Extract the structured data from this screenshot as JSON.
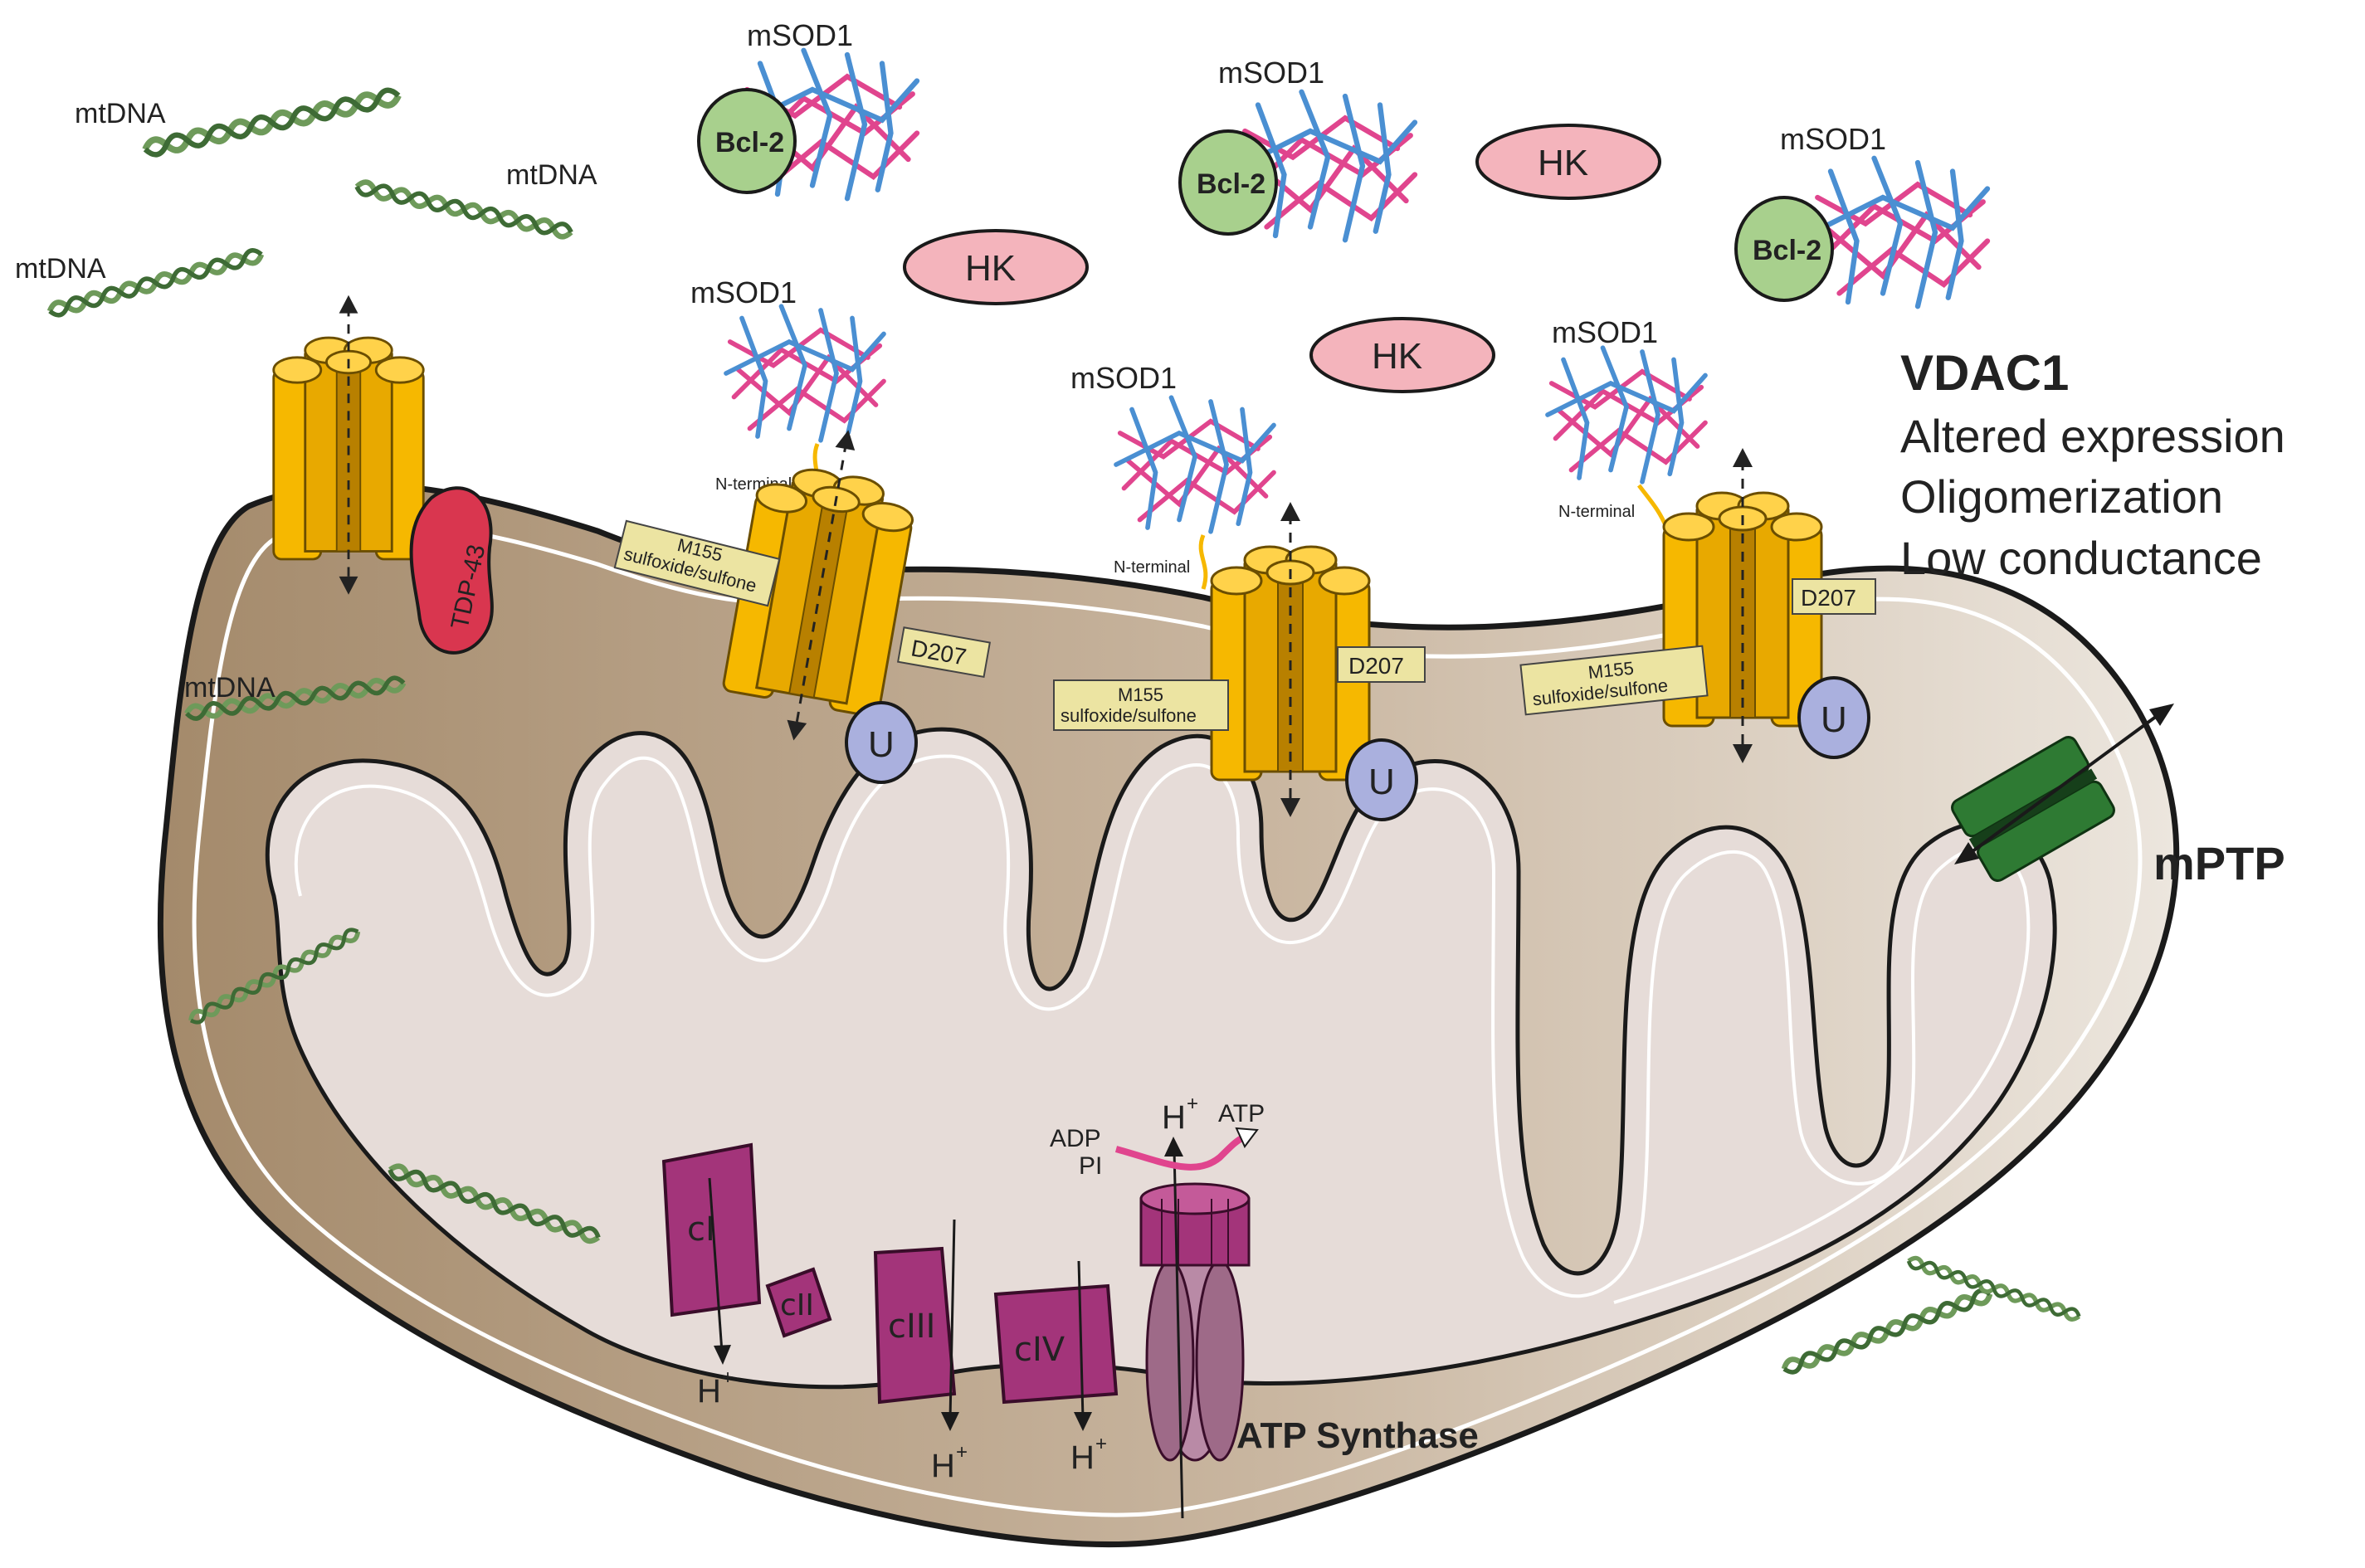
{
  "labels": {
    "mtdna": "mtDNA",
    "msod1": "mSOD1",
    "bcl2": "Bcl-2",
    "hk": "HK",
    "tdp43": "TDP-43",
    "nterminal": "N-terminal",
    "m155_line1": "M155",
    "m155_line2": "sulfoxide/sulfone",
    "d207": "D207",
    "u": "U",
    "vdac1": "VDAC1",
    "vdac1_altered": "Altered expression",
    "vdac1_oligo": "Oligomerization",
    "vdac1_low": "Low conductance",
    "mptp": "mPTP",
    "ci": "cI",
    "cii": "cII",
    "ciii": "cIII",
    "civ": "cIV",
    "h": "H",
    "plus": "+",
    "adp": "ADP",
    "pi": "PI",
    "atp": "ATP",
    "atp_synthase": "ATP Synthase"
  },
  "colors": {
    "vdac": "#f6b800",
    "vdac_dark": "#c98e00",
    "tdp43": "#d9364f",
    "bcl2": "#a8d08d",
    "hk": "#f4b4bc",
    "u": "#aab0de",
    "label_box": "#ece4a2",
    "complex": "#a3347a",
    "mptp": "#2e7a33",
    "dna": "#6e9a5a",
    "sod_pink": "#e0458e",
    "sod_blue": "#4a8fd2"
  }
}
